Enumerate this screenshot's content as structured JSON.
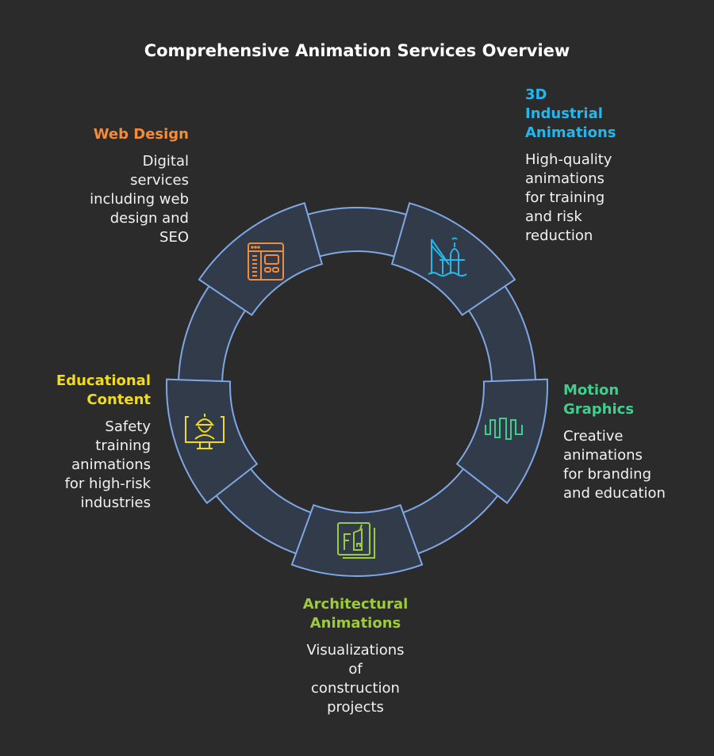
{
  "title": "Comprehensive Animation Services Overview",
  "colors": {
    "background": "#2b2b2b",
    "ring_fill": "#323b4a",
    "ring_stroke": "#7fa7e6"
  },
  "items": [
    {
      "heading": "3D Industrial Animations",
      "heading_lines": [
        "3D",
        "Industrial",
        "Animations"
      ],
      "desc_lines": [
        "High-quality",
        "animations",
        "for training",
        "and risk",
        "reduction"
      ],
      "color": "#22b8ef",
      "icon": "offshore-platform-icon"
    },
    {
      "heading": "Motion Graphics",
      "heading_lines": [
        "Motion",
        "Graphics"
      ],
      "desc_lines": [
        "Creative",
        "animations",
        "for branding",
        "and education"
      ],
      "color": "#3ecf8e",
      "icon": "waveform-icon"
    },
    {
      "heading": "Architectural Animations",
      "heading_lines": [
        "Architectural",
        "Animations"
      ],
      "desc_lines": [
        "Visualizations",
        "of",
        "construction",
        "projects"
      ],
      "color": "#9ccc3a",
      "icon": "building-plan-icon"
    },
    {
      "heading": "Educational Content",
      "heading_lines": [
        "Educational",
        "Content"
      ],
      "desc_lines": [
        "Safety",
        "training",
        "animations",
        "for high-risk",
        "industries"
      ],
      "color": "#f2dc1a",
      "icon": "worker-monitor-icon"
    },
    {
      "heading": "Web Design",
      "heading_lines": [
        "Web Design"
      ],
      "desc_lines": [
        "Digital",
        "services",
        "including web",
        "design and",
        "SEO"
      ],
      "color": "#f28c38",
      "icon": "web-layout-icon"
    }
  ]
}
